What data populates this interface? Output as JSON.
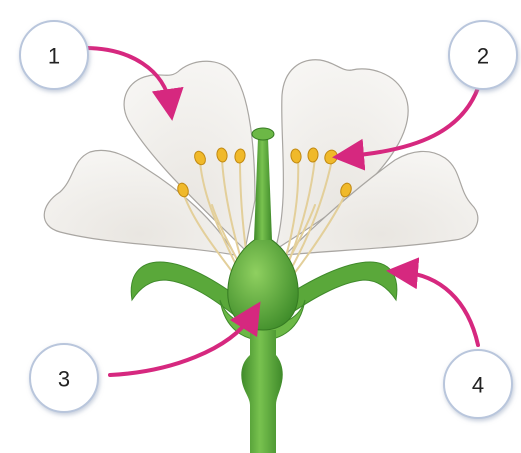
{
  "labels": [
    {
      "id": 1,
      "text": "1"
    },
    {
      "id": 2,
      "text": "2"
    },
    {
      "id": 3,
      "text": "3"
    },
    {
      "id": 4,
      "text": "4"
    }
  ],
  "colors": {
    "arrow": "#d6287f",
    "petal_fill": "#f4f3f1",
    "petal_stroke": "#a9a6a2",
    "stem": "#5aa83a",
    "stem_dark": "#3f8a2a",
    "anther": "#f0b92a",
    "filament": "#e3cf9a",
    "callout_fill": "#ffffff",
    "callout_stroke": "#b9c6dc"
  }
}
